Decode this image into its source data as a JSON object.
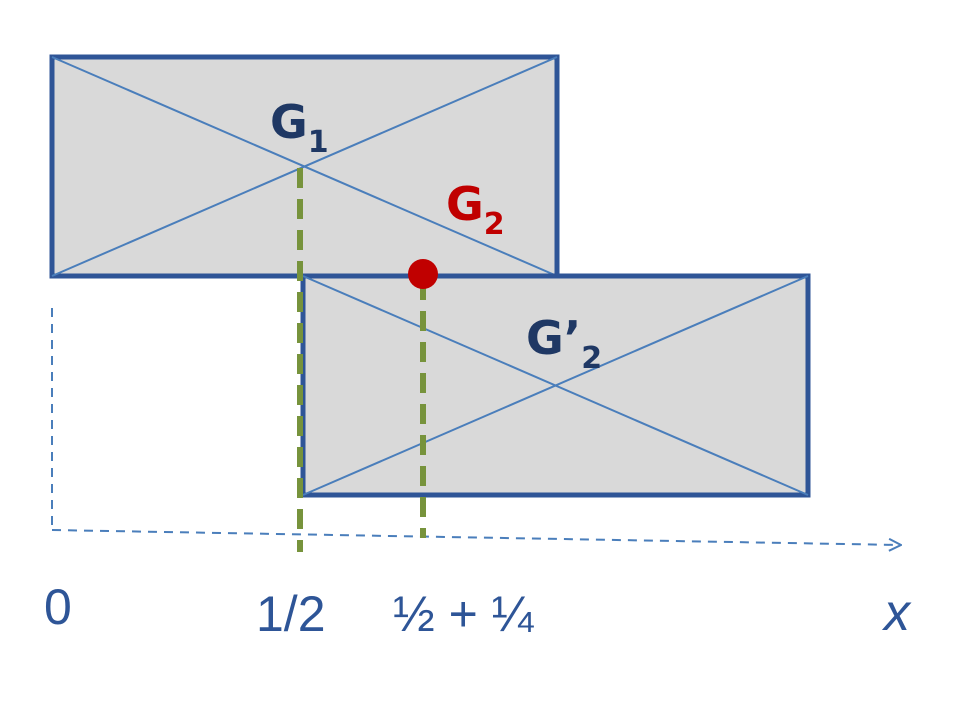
{
  "labels": {
    "g1_main": "G",
    "g1_sub": "1",
    "g2_main": "G",
    "g2_sub": "2",
    "g2p_main": "G’",
    "g2p_sub": "2"
  },
  "axis": {
    "origin": "0",
    "half": "1/2",
    "half_plus_quarter": "½ + ¼",
    "variable": "x"
  },
  "colors": {
    "box_fill": "#d9d9d9",
    "box_stroke": "#2f5597",
    "diagonal": "#4a7ebb",
    "guide_dash": "#77933c",
    "marker": "#c00000",
    "axis": "#4a7ebb",
    "label_dark": "#1f3864",
    "label_red": "#c00000"
  }
}
